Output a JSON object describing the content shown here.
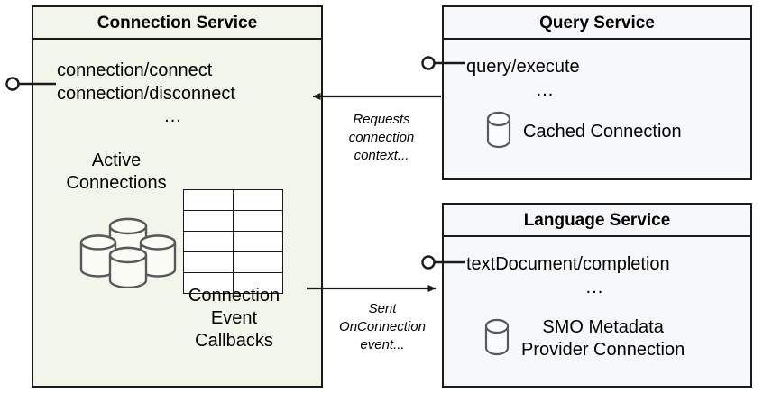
{
  "diagram": {
    "type": "component-diagram",
    "colors": {
      "connection_service_fill": "#F2F5E9",
      "service_fill": "#F7F8FA",
      "border": "#1A1A1A",
      "cylinder_stroke": "#595959",
      "text": "#000000"
    },
    "components": [
      {
        "id": "connection-service",
        "title": "Connection Service",
        "operations": [
          "connection/connect",
          "connection/disconnect"
        ],
        "ellipsis": "...",
        "resources": [
          {
            "id": "active-connections",
            "label_line1": "Active",
            "label_line2": "Connections",
            "icon": "database-cluster-icon"
          },
          {
            "id": "connection-event-callbacks",
            "label_line1": "Connection",
            "label_line2": "Event",
            "label_line3": "Callbacks",
            "icon": "table-grid-icon",
            "table_rows": 5,
            "table_cols": 2
          }
        ]
      },
      {
        "id": "query-service",
        "title": "Query Service",
        "operations": [
          "query/execute"
        ],
        "ellipsis": "...",
        "resources": [
          {
            "id": "cached-connection",
            "label": "Cached Connection",
            "icon": "database-icon"
          }
        ]
      },
      {
        "id": "language-service",
        "title": "Language Service",
        "operations": [
          "textDocument/completion"
        ],
        "ellipsis": "...",
        "resources": [
          {
            "id": "smo-metadata-provider-connection",
            "label_line1": "SMO Metadata",
            "label_line2": "Provider Connection",
            "icon": "database-icon"
          }
        ]
      }
    ],
    "edges": [
      {
        "id": "query-to-connection",
        "from": "query-service",
        "to": "connection-service",
        "label_line1": "Requests",
        "label_line2": "connection",
        "label_line3": "context...",
        "direction": "right-to-left"
      },
      {
        "id": "connection-to-language",
        "from": "connection-service",
        "to": "language-service",
        "label_line1": "Sent",
        "label_line2": "OnConnection",
        "label_line3": "event...",
        "direction": "left-to-right"
      }
    ],
    "provided_interfaces": [
      {
        "id": "connection-service-lollipop",
        "owner": "connection-service"
      },
      {
        "id": "query-service-lollipop",
        "owner": "query-service"
      },
      {
        "id": "language-service-lollipop",
        "owner": "language-service"
      }
    ]
  }
}
